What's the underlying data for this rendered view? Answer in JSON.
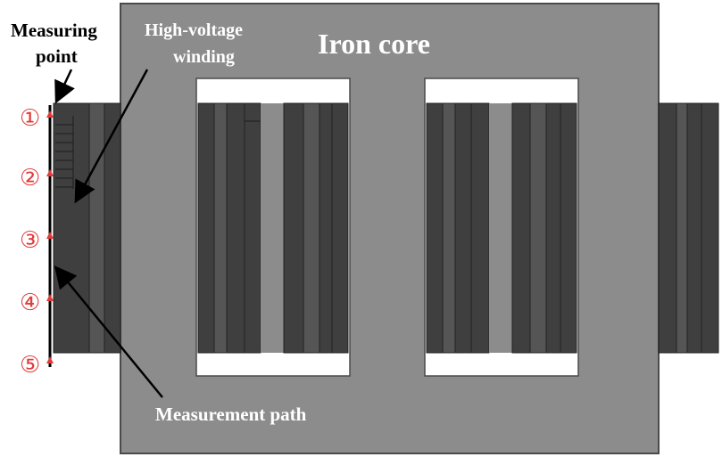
{
  "labels": {
    "measuring_point_line1": "Measuring",
    "measuring_point_line2": "point",
    "hv_winding_line1": "High-voltage",
    "hv_winding_line2": "winding",
    "iron_core": "Iron core",
    "measurement_path": "Measurement path"
  },
  "points": [
    {
      "label": "①"
    },
    {
      "label": "②"
    },
    {
      "label": "③"
    },
    {
      "label": "④"
    },
    {
      "label": "⑤"
    }
  ],
  "colors": {
    "core": "#8c8c8c",
    "winding_dark": "#3f3f3f",
    "winding_mid": "#555555",
    "window": "#ffffff",
    "path": "#000000",
    "point_marker": "#e23b3b",
    "label_white": "#ffffff"
  }
}
